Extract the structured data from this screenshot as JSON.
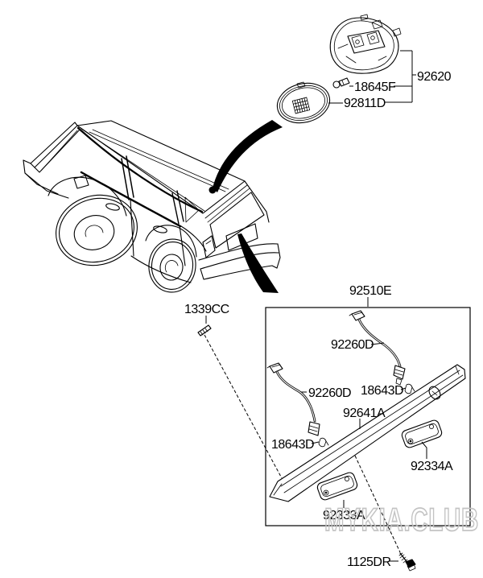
{
  "watermark": {
    "text": "MYKIA.CLUB"
  },
  "colors": {
    "line": "#000000",
    "background": "#ffffff",
    "watermark": "#c3c3c3"
  },
  "parts": [
    {
      "id": "92620",
      "name": "room-lamp-assembly"
    },
    {
      "id": "18645F",
      "name": "room-lamp-bulb"
    },
    {
      "id": "92811D",
      "name": "room-lamp-lens"
    },
    {
      "id": "92510E",
      "name": "license-plate-lamp-assembly"
    },
    {
      "id": "92260D",
      "name": "license-lamp-wiring-upper"
    },
    {
      "id": "18643D",
      "name": "license-lamp-bulb-upper"
    },
    {
      "id": "92260D",
      "name": "license-lamp-wiring-lower"
    },
    {
      "id": "18643D",
      "name": "license-lamp-bulb-lower"
    },
    {
      "id": "92641A",
      "name": "tailgate-garnish"
    },
    {
      "id": "92334A",
      "name": "license-lamp-lens-right"
    },
    {
      "id": "92333A",
      "name": "license-lamp-lens-left"
    },
    {
      "id": "1339CC",
      "name": "clip"
    },
    {
      "id": "1125DR",
      "name": "screw"
    }
  ]
}
